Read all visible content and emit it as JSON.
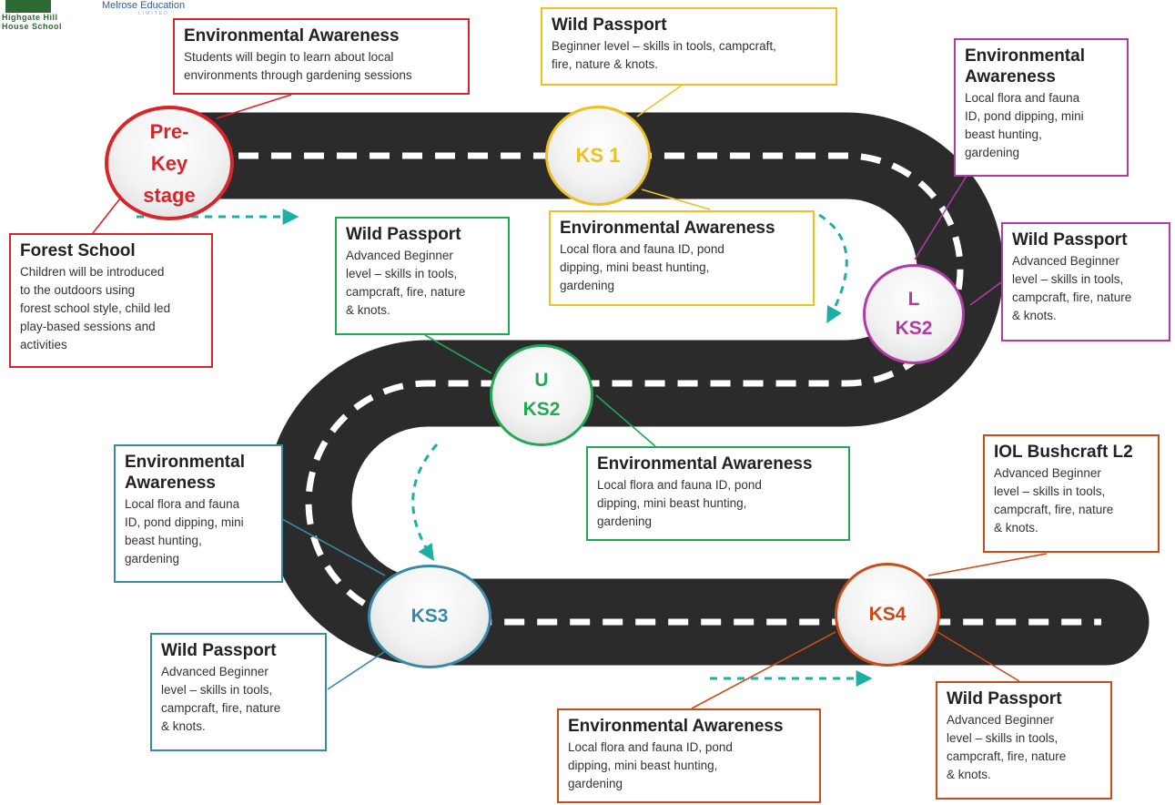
{
  "logos": {
    "school": [
      "Highgate Hill",
      "House School"
    ],
    "partner": "Melrose Education",
    "partner_sub": "LIMITED"
  },
  "stops": {
    "prekey": "Pre-Key stage",
    "ks1": "KS 1",
    "lks2_line1": "L",
    "lks2_line2": "KS2",
    "uks2_line1": "U",
    "uks2_line2": "KS2",
    "ks3": "KS3",
    "ks4": "KS4"
  },
  "stop_lines": {
    "prekey": [
      "Pre-",
      "Key",
      "stage"
    ]
  },
  "boxes": {
    "env_prekey": {
      "title": "Environmental Awareness",
      "lines": [
        "Students will begin to learn about local",
        "environments through gardening sessions"
      ]
    },
    "forest_school": {
      "title": "Forest School",
      "lines": [
        "Children will be introduced",
        "to the outdoors using",
        "forest school style, child led",
        "play-based sessions and",
        "activities"
      ]
    },
    "wp_ks1": {
      "title": "Wild Passport",
      "lines": [
        "Beginner level – skills in tools, campcraft,",
        "fire, nature & knots."
      ]
    },
    "env_ks1": {
      "title": "Environmental Awareness",
      "lines": [
        "Local flora and fauna ID, pond",
        "dipping, mini beast hunting,",
        "gardening"
      ]
    },
    "env_lks2": {
      "title_lines": [
        "Environmental",
        "Awareness"
      ],
      "lines": [
        "Local flora and fauna",
        "ID, pond dipping, mini",
        "beast hunting,",
        "gardening"
      ]
    },
    "wp_lks2": {
      "title": "Wild Passport",
      "lines": [
        "Advanced Beginner",
        "level – skills in tools,",
        "campcraft, fire, nature",
        "& knots."
      ]
    },
    "wp_uks2": {
      "title": "Wild Passport",
      "lines": [
        "Advanced Beginner",
        "level – skills in tools,",
        "campcraft, fire, nature",
        "& knots."
      ]
    },
    "env_uks2": {
      "title": "Environmental Awareness",
      "lines": [
        "Local flora and fauna ID, pond",
        "dipping, mini beast hunting,",
        "gardening"
      ]
    },
    "env_ks3": {
      "title_lines": [
        "Environmental",
        "Awareness"
      ],
      "lines": [
        "Local flora and fauna",
        "ID, pond dipping, mini",
        "beast hunting,",
        "gardening"
      ]
    },
    "wp_ks3": {
      "title": "Wild Passport",
      "lines": [
        "Advanced Beginner",
        "level – skills in tools,",
        "campcraft, fire, nature",
        "& knots."
      ]
    },
    "iol_ks4": {
      "title": "IOL Bushcraft L2",
      "lines": [
        "Advanced Beginner",
        "level – skills in tools,",
        "campcraft, fire, nature",
        "& knots."
      ]
    },
    "env_ks4": {
      "title": "Environmental Awareness",
      "lines": [
        "Local flora and fauna ID, pond",
        "dipping, mini beast hunting,",
        "gardening"
      ]
    },
    "wp_ks4": {
      "title": "Wild Passport",
      "lines": [
        "Advanced Beginner",
        "level – skills in tools,",
        "campcraft, fire, nature",
        "& knots."
      ]
    }
  },
  "colors": {
    "road": "#2b2b2b",
    "lane_marking": "#ffffff",
    "direction_arrow": "#1bb0a5",
    "prekey": "#d9242b",
    "ks1": "#f0c020",
    "lks2": "#b23aa5",
    "uks2": "#1fa954",
    "ks3": "#3889a8",
    "ks4": "#c84c1a"
  }
}
